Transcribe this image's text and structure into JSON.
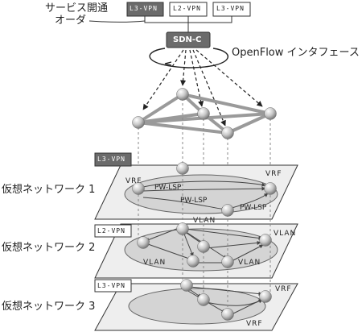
{
  "header": {
    "order_line1": "サービス開通",
    "order_line2": "オーダ",
    "services": [
      "L3-VPN",
      "L2-VPN",
      "L3-VPN"
    ],
    "controller": "SDN-C",
    "protocol": "OpenFlow インタフェース"
  },
  "layers": [
    {
      "tag": "L3-VPN",
      "title": "仮想ネットワーク 1",
      "labels": {
        "vrf_right": "VRF",
        "vrf_left": "VRF",
        "pw1": "PW-LSP",
        "pw2": "PW-LSP",
        "pw3": "PW-LSP"
      }
    },
    {
      "tag": "L2-VPN",
      "title": "仮想ネットワーク 2",
      "labels": {
        "vlan_top": "VLAN",
        "vlan_right": "VLAN",
        "vlan_left": "VLAN",
        "vlan_bottom": "VLAN"
      }
    },
    {
      "tag": "L3-VPN",
      "title": "仮想ネットワーク 3",
      "labels": {
        "vrf_right": "VRF",
        "vrf_bottom": "VRF"
      }
    }
  ],
  "colors": {
    "dark_box": "#6b6b6b",
    "plane_fill": "#eeeeee",
    "ellipse_fill": "#d4d4d4",
    "link": "#999999"
  }
}
